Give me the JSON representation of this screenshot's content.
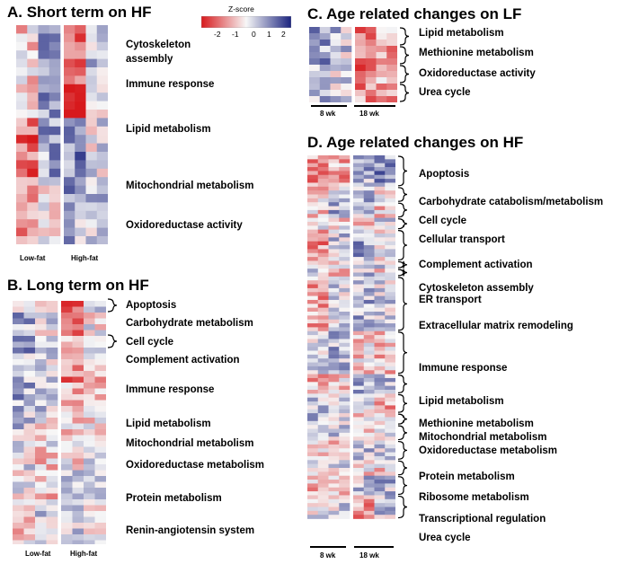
{
  "colors": {
    "low": "#d7191c",
    "mid": "#f7f7f7",
    "high": "#1a237e"
  },
  "legend": {
    "title": "Z-score",
    "ticks": [
      "-2",
      "-1",
      "0",
      "1",
      "2"
    ]
  },
  "panels": {
    "A": {
      "title": "A.  Short term on HF",
      "groups": [
        "Low-fat",
        "High-fat"
      ],
      "labels": [
        "Cytoskeleton assembly",
        "Immune response",
        "Lipid metabolism",
        "Mitochondrial metabolism",
        "Oxidoreductase activity"
      ]
    },
    "B": {
      "title": "B.  Long term on HF",
      "groups": [
        "Low-fat",
        "High-fat"
      ],
      "labels": [
        "Apoptosis",
        "Carbohydrate metabolism",
        "Cell cycle",
        "Complement activation",
        "Immune response",
        "Lipid metabolism",
        "Mitochondrial metabolism",
        "Oxidoreductase metabolism",
        "Protein metabolism",
        "Renin-angiotensin system"
      ]
    },
    "C": {
      "title": "C.  Age related changes on LF",
      "groups": [
        "8 wk",
        "18  wk"
      ],
      "labels": [
        "Lipid  metabolism",
        "Methionine metabolism",
        "Oxidoreductase activity",
        "Urea cycle"
      ]
    },
    "D": {
      "title": "D.  Age related changes on HF",
      "groups": [
        "8 wk",
        "18  wk"
      ],
      "labels": [
        "Apoptosis",
        "Carbohydrate catabolism/metabolism",
        "Cell cycle",
        "Cellular transport",
        "Complement activation",
        "Cytoskeleton assembly",
        "ER transport",
        "Extracellular matrix remodeling",
        "Immune response",
        "Lipid metabolism",
        "Methionine metabolism",
        "Mitochondrial metabolism",
        "Oxidoreductase metabolism",
        "Protein metabolism",
        "Ribosome metabolism",
        "Transcriptional regulation",
        "Urea cycle"
      ]
    }
  },
  "chart_data": [
    {
      "type": "heatmap",
      "title": "A.  Short term on HF",
      "x_groups": [
        "Low-fat",
        "High-fat"
      ],
      "row_groups": [
        "Cytoskeleton assembly",
        "Immune response",
        "Lipid metabolism",
        "Mitochondrial metabolism",
        "Oxidoreductase activity"
      ],
      "pattern": [
        [
          -0.3,
          1.1,
          -1.4,
          0.4
        ],
        [
          -0.5,
          0.9,
          -2.0,
          0.2
        ],
        [
          -1.2,
          0.8,
          1.0,
          0.2
        ],
        [
          -1.0,
          -0.2,
          0.9,
          0.3
        ],
        [
          -1.0,
          -0.2,
          0.6,
          0.4
        ]
      ],
      "colorbar": {
        "label": "Z-score",
        "range": [
          -2,
          2
        ]
      }
    },
    {
      "type": "heatmap",
      "title": "B.  Long term on HF",
      "x_groups": [
        "Low-fat",
        "High-fat"
      ],
      "row_groups": [
        "Apoptosis",
        "Carbohydrate metabolism",
        "Cell cycle",
        "Complement activation",
        "Immune response",
        "Lipid metabolism",
        "Mitochondrial metabolism",
        "Oxidoreductase metabolism",
        "Protein metabolism",
        "Renin-angiotensin system"
      ],
      "pattern": [
        [
          -0.5,
          0.2,
          -1.2,
          0.9
        ],
        [
          0.6,
          0.2,
          -1.0,
          -0.1
        ],
        [
          0.9,
          0.1,
          -0.8,
          -0.2
        ],
        [
          0.5,
          0.2,
          -1.0,
          -0.4
        ],
        [
          0.7,
          0.4,
          -0.6,
          -0.3
        ],
        [
          0.4,
          -0.1,
          -0.4,
          -0.3
        ],
        [
          0.2,
          -0.3,
          -0.2,
          0.3
        ],
        [
          0.1,
          -0.4,
          0.3,
          0.2
        ],
        [
          -0.4,
          0.3,
          0.4,
          -0.2
        ],
        [
          -0.2,
          0.3,
          0.3,
          -0.1
        ]
      ],
      "colorbar": {
        "label": "Z-score",
        "range": [
          -2,
          2
        ]
      }
    },
    {
      "type": "heatmap",
      "title": "C.  Age related changes on LF",
      "x_groups": [
        "8 wk",
        "18  wk"
      ],
      "row_groups": [
        "Lipid  metabolism",
        "Methionine metabolism",
        "Oxidoreductase activity",
        "Urea cycle"
      ],
      "pattern": [
        [
          0.7,
          0.4,
          -1.1,
          -0.6
        ],
        [
          0.8,
          0.3,
          -1.1,
          -1.0
        ],
        [
          0.7,
          0.2,
          -1.2,
          -0.7
        ],
        [
          0.7,
          0.3,
          -0.9,
          -0.7
        ]
      ],
      "colorbar": {
        "label": "Z-score",
        "range": [
          -2,
          2
        ]
      }
    },
    {
      "type": "heatmap",
      "title": "D.  Age related changes on HF",
      "x_groups": [
        "8 wk",
        "18  wk"
      ],
      "row_groups": [
        "Apoptosis",
        "Carbohydrate catabolism/metabolism",
        "Cell cycle",
        "Cellular transport",
        "Complement activation",
        "Cytoskeleton assembly",
        "ER transport",
        "Extracellular matrix remodeling",
        "Immune response",
        "Lipid metabolism",
        "Methionine metabolism",
        "Mitochondrial metabolism",
        "Oxidoreductase metabolism",
        "Protein metabolism",
        "Ribosome metabolism",
        "Transcriptional regulation",
        "Urea cycle"
      ],
      "pattern": [
        [
          -0.9,
          -0.7,
          0.6,
          0.9
        ],
        [
          -0.4,
          0.2,
          0.5,
          -0.2
        ],
        [
          -0.3,
          0.6,
          0.4,
          -0.4
        ],
        [
          0.3,
          -0.2,
          -0.4,
          0.4
        ],
        [
          -0.9,
          0.4,
          0.7,
          0.1
        ],
        [
          -0.3,
          -0.2,
          0.3,
          0.4
        ],
        [
          0.2,
          -0.3,
          0.4,
          -0.2
        ],
        [
          -0.7,
          0.2,
          0.6,
          0.3
        ],
        [
          0.4,
          0.6,
          -0.3,
          -0.5
        ],
        [
          -0.6,
          -0.3,
          0.5,
          0.4
        ],
        [
          0.4,
          0.3,
          0.3,
          -0.6
        ],
        [
          0.4,
          0.1,
          -0.3,
          -0.3
        ],
        [
          -0.2,
          0.4,
          -0.4,
          0.3
        ],
        [
          -0.4,
          -0.5,
          0.4,
          0.3
        ],
        [
          0.2,
          0.1,
          -0.2,
          -0.3
        ],
        [
          -0.5,
          -0.2,
          0.4,
          0.5
        ],
        [
          0.1,
          0.2,
          -0.9,
          0.4
        ]
      ],
      "colorbar": {
        "label": "Z-score",
        "range": [
          -2,
          2
        ]
      }
    }
  ]
}
